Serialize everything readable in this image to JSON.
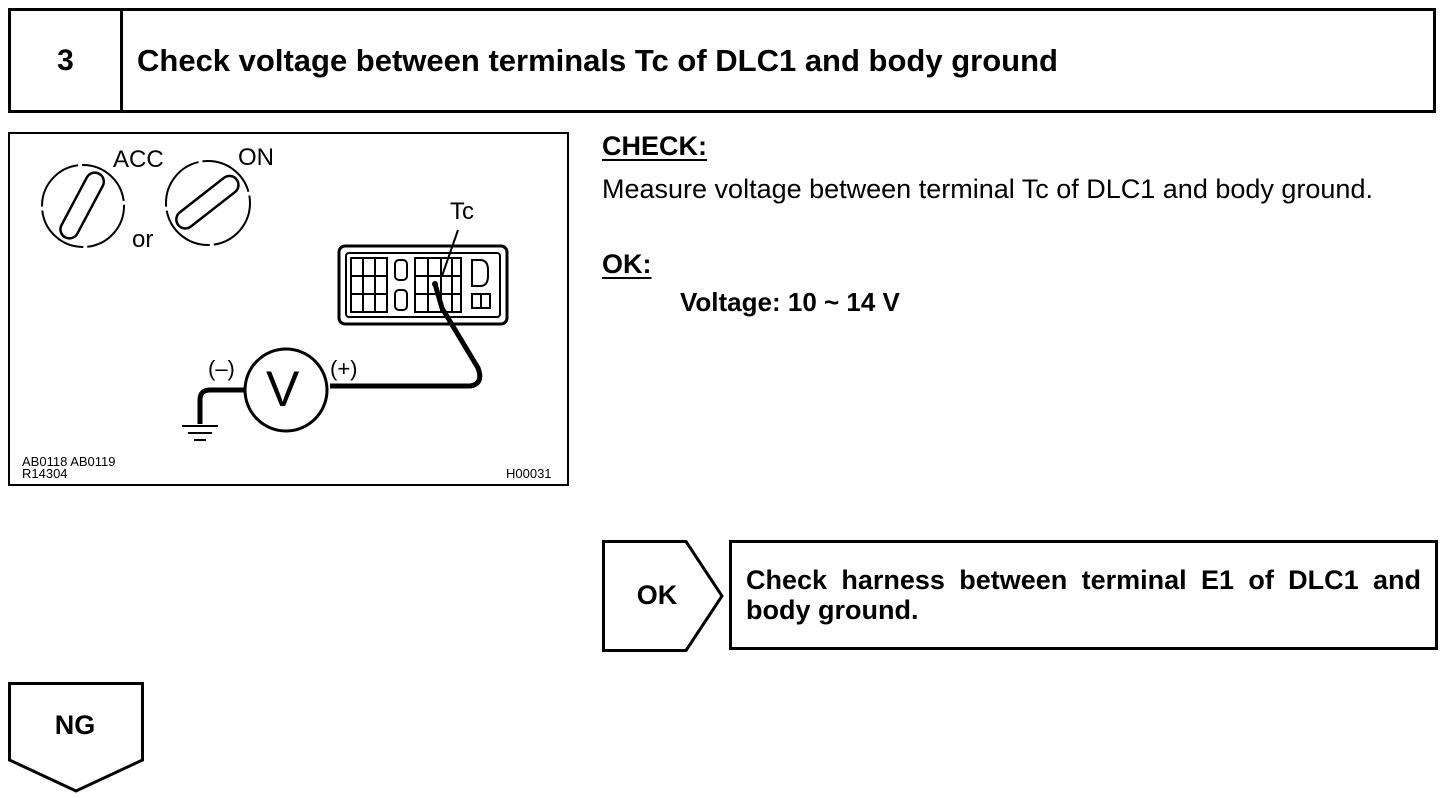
{
  "step": {
    "number": "3",
    "title": "Check voltage between terminals Tc of DLC1 and body ground"
  },
  "figure": {
    "labels": {
      "acc": "ACC",
      "on": "ON",
      "or": "or",
      "tc": "Tc",
      "minus": "(–)",
      "plus": "(+)",
      "voltmeter": "V"
    },
    "codes": {
      "left_line1": "AB0118 AB0119",
      "left_line2": "R14304",
      "right": "H00031"
    }
  },
  "check": {
    "heading": "CHECK:",
    "text": "Measure voltage between terminal Tc of DLC1 and body ground."
  },
  "ok": {
    "heading": "OK:",
    "spec": "Voltage: 10 ~ 14 V"
  },
  "result_ok": {
    "label": "OK",
    "action": "Check harness between terminal E1 of DLC1 and body ground."
  },
  "result_ng": {
    "label": "NG"
  }
}
